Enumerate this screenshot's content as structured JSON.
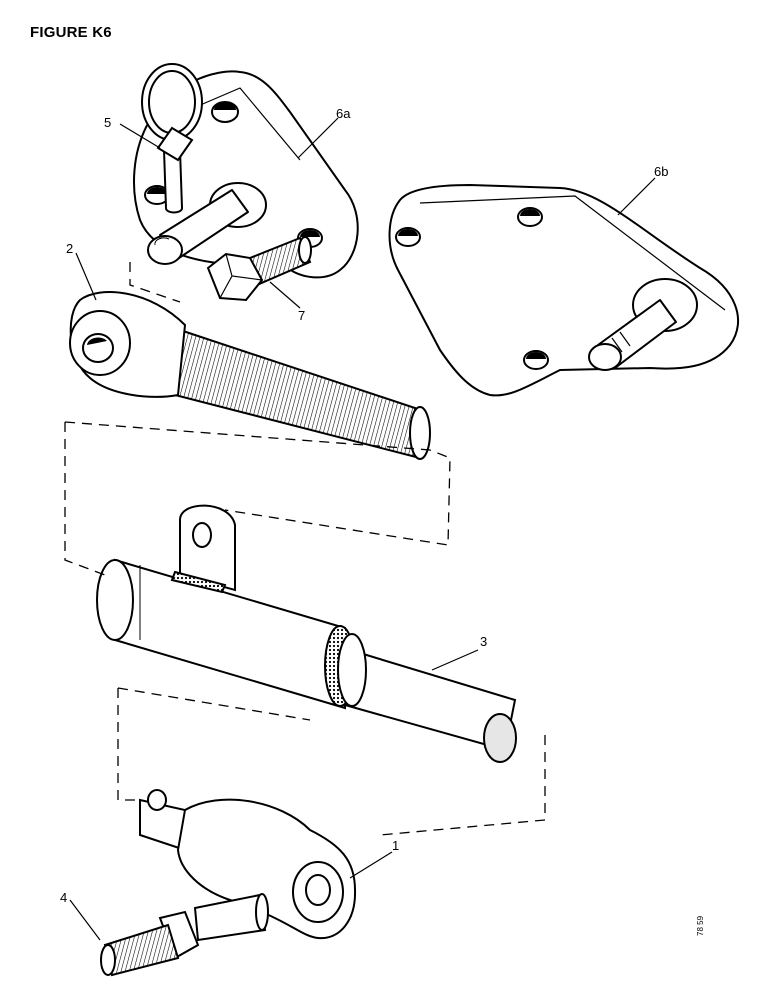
{
  "figure": {
    "title": "FIGURE K6",
    "reference_code": "78 59"
  },
  "callouts": {
    "c1": "1",
    "c2": "2",
    "c3": "3",
    "c4": "4",
    "c5": "5",
    "c6a": "6a",
    "c6b": "6b",
    "c7": "7"
  },
  "colors": {
    "line": "#000000",
    "paper": "#ffffff",
    "shade": "#e6e6e6"
  }
}
